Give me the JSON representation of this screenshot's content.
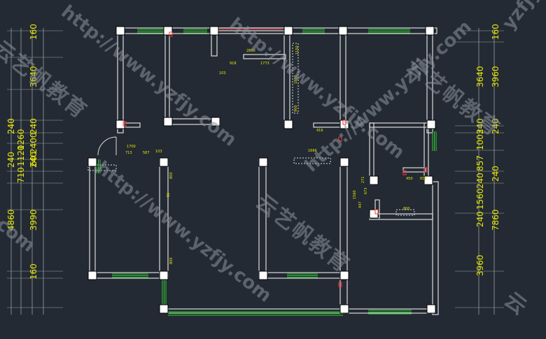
{
  "colors": {
    "background": "#232a33",
    "wall": "#dcdcdc",
    "window": "#33cc33",
    "dimension_text": "#e6e600",
    "dimension_line": "#9aa0a6",
    "marker": "#ff3333"
  },
  "dimensions_left": [
    "160",
    "3640",
    "240",
    "1260",
    "240",
    "1120",
    "2400",
    "60",
    "240",
    "710",
    "240",
    "4860",
    "3990",
    "160"
  ],
  "dimensions_right_inner": [
    "3640",
    "240",
    "1003",
    "857",
    "240",
    "1560",
    "240",
    "3960"
  ],
  "dimensions_right_outer": [
    "160",
    "3960",
    "240",
    "240",
    "7860"
  ],
  "plan_labels": {
    "l2860": "2860",
    "l1150": "1150",
    "l918": "918",
    "l1773": "1773",
    "l103": "103",
    "l1800": "1800",
    "l900": "900",
    "l416": "416",
    "l1700": "1700",
    "l713": "713",
    "l587": "587",
    "l103b": "103",
    "l1666": "1666",
    "l800": "800",
    "l86": "86",
    "l800b": "800",
    "l1560": "1560",
    "l447": "447",
    "l673": "673",
    "l271": "271",
    "l450": "450",
    "l650": "650",
    "l800c": "800"
  },
  "watermarks": {
    "url": "http://www.yzfjy.com",
    "cn": "云艺帆教育",
    "url_fragment": ".com",
    "yzfjy": "yzfjy"
  }
}
